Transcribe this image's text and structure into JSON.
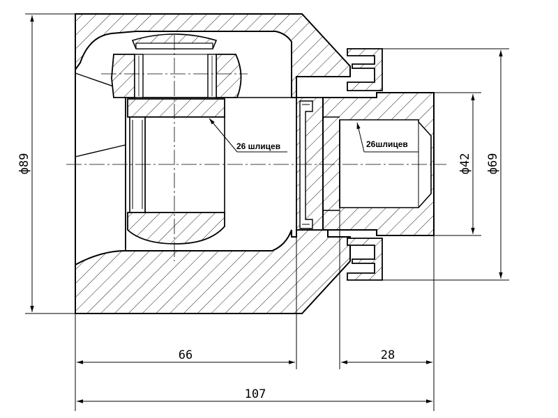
{
  "dimensions": {
    "outer_diameter": "ф89",
    "flange_diameter": "ф69",
    "bore_diameter": "ф42",
    "body_length": "66",
    "stub_length": "28",
    "total_length": "107"
  },
  "notes": {
    "inner_splines": "26 шлицев",
    "outer_splines": "26шлицев"
  }
}
